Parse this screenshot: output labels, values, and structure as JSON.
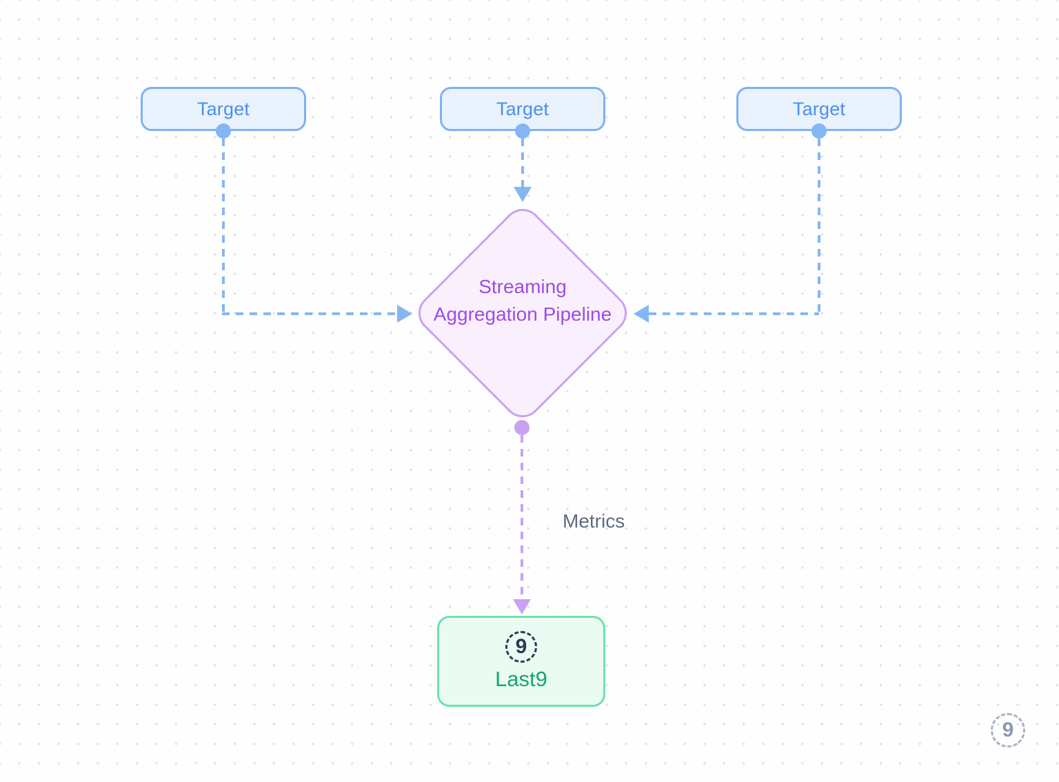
{
  "diagram": {
    "targets": [
      {
        "label": "Target"
      },
      {
        "label": "Target"
      },
      {
        "label": "Target"
      }
    ],
    "pipeline": {
      "label": "Streaming Aggregation Pipeline"
    },
    "metrics_edge_label": "Metrics",
    "last9": {
      "logo_glyph": "9",
      "label": "Last9"
    },
    "watermark_glyph": "9",
    "colors": {
      "blue_border": "#7db1f3",
      "blue_fill": "#e9f2fd",
      "blue_text": "#4a90e9",
      "blue_dash": "#85b6f4",
      "purple_border": "#c9a2ef",
      "purple_fill": "#faf0fd",
      "purple_text": "#9c4ce4",
      "purple_dash": "#c9a2f1",
      "green_border": "#6ee2ab",
      "green_fill": "#eafbf2",
      "green_text": "#17a671",
      "navy": "#2e3a51",
      "gray_text": "#5c6b80",
      "watermark": "#8e99b0",
      "grid_dot": "#e0e1e4"
    }
  }
}
